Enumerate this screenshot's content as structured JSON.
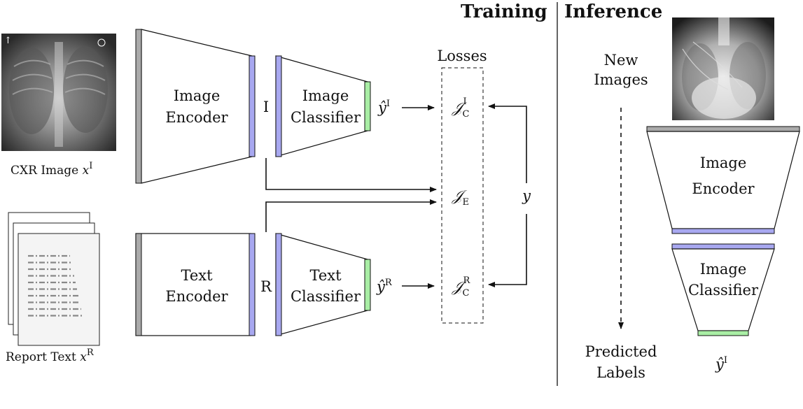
{
  "headers": {
    "training": "Training",
    "inference": "Inference"
  },
  "left": {
    "cxr_caption": "CXR Image",
    "cxr_var": "x",
    "cxr_sup": "I",
    "report_caption": "Report Text",
    "report_var": "x",
    "report_sup": "R"
  },
  "modules": {
    "image_encoder": [
      "Image",
      "Encoder"
    ],
    "text_encoder": [
      "Text",
      "Encoder"
    ],
    "image_classifier": [
      "Image",
      "Classifier"
    ],
    "text_classifier": [
      "Text",
      "Classifier"
    ]
  },
  "embeddings": {
    "image": "I",
    "report": "R"
  },
  "predictions": {
    "image": {
      "var": "ŷ",
      "sup": "I"
    },
    "report": {
      "var": "ŷ",
      "sup": "R"
    }
  },
  "losses": {
    "title": "Losses",
    "jci": {
      "var": "𝒥",
      "sub": "C",
      "sup": "I"
    },
    "je": {
      "var": "𝒥",
      "sub": "E"
    },
    "jcr": {
      "var": "𝒥",
      "sub": "C",
      "sup": "R"
    },
    "y": "y"
  },
  "inference": {
    "new_images": [
      "New",
      "Images"
    ],
    "predicted_labels": [
      "Predicted",
      "Labels"
    ],
    "image_encoder": [
      "Image",
      "Encoder"
    ],
    "image_classifier": [
      "Image",
      "Classifier"
    ],
    "output": {
      "var": "ŷ",
      "sup": "I"
    }
  },
  "colors": {
    "encoder_bar": "#aaaaaa",
    "embedding_bar": "#a8a8f0",
    "output_bar": "#a9eea5",
    "xray_dark": "#1a1a1a"
  }
}
